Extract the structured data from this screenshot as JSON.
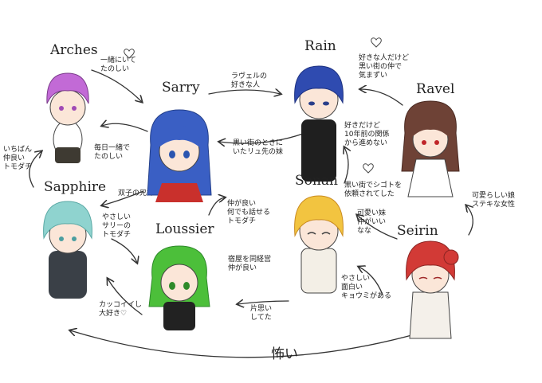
{
  "characters": {
    "arches": {
      "name": "Arches",
      "hair": "#c26ad6",
      "eyes": "#a04ab5",
      "outfit": "#3e3a32"
    },
    "sarry": {
      "name": "Sarry",
      "hair": "#3a5fc4",
      "eyes": "#2a55b0",
      "outfit": "#c9302c"
    },
    "rain": {
      "name": "Rain",
      "hair": "#2f4bb0",
      "eyes": "#2a3f8a",
      "outfit": "#1f1f1f"
    },
    "ravel": {
      "name": "Ravel",
      "hair": "#6e4236",
      "eyes": "#c0262a",
      "outfit": "#ffffff"
    },
    "sapphire": {
      "name": "Sapphire",
      "hair": "#8fd3cf",
      "eyes": "#4b9ea0",
      "outfit": "#3a4047"
    },
    "loussier": {
      "name": "Loussier",
      "hair": "#4cbf3a",
      "eyes": "#2e8a2a",
      "outfit": "#222222"
    },
    "sonan": {
      "name": "Sonan",
      "hair": "#f2c440",
      "eyes": "#a07a2a",
      "outfit": "#f3efe6"
    },
    "seirin": {
      "name": "Seirin",
      "hair": "#d23a36",
      "eyes": "#a02a2a",
      "outfit": "#f4f0ea"
    }
  },
  "relations": {
    "arches_to_sarry": "一緒にいて\nたのしい",
    "sarry_to_arches": "毎日一緒で\nたのしい",
    "sapphire_arches": "いちばん\n仲良い\nトモダチ",
    "sarry_to_rain": "ラヴェルの\n好きな人",
    "rain_to_sarry": "黒い街のときに\nいたリュ先の妹",
    "rain_ravel": "好きな人だけど\n黒い街の仲で\n気まずい",
    "ravel_to_rain": "好きだけど\n10年前の関係\nから進めない",
    "sarry_sapphire": "双子の兄妹",
    "sapphire_loussier": "やさしい\nサリーの\nトモダチ",
    "loussier_sarry": "仲が良い\n何でも話せる\nトモダチ",
    "sonan_to_rain": "黒い街でシゴトを\n依頼されてした",
    "seirin_sonan": "可愛い妹\n仲がいい\nなな",
    "seirin_self": "可愛らしい娘\nステキな女性",
    "loussier_sonan": "宿屋を同経営\n仲が良い",
    "loussier_to_sonan_crush": "片思い\nしてた",
    "seirin_to_sonan": "やさしい\n面白い\nキョウミがある",
    "loussier_to_sapphire": "カッコイイし\n大好き♡",
    "seirin_to_sapphire": "怖い"
  }
}
